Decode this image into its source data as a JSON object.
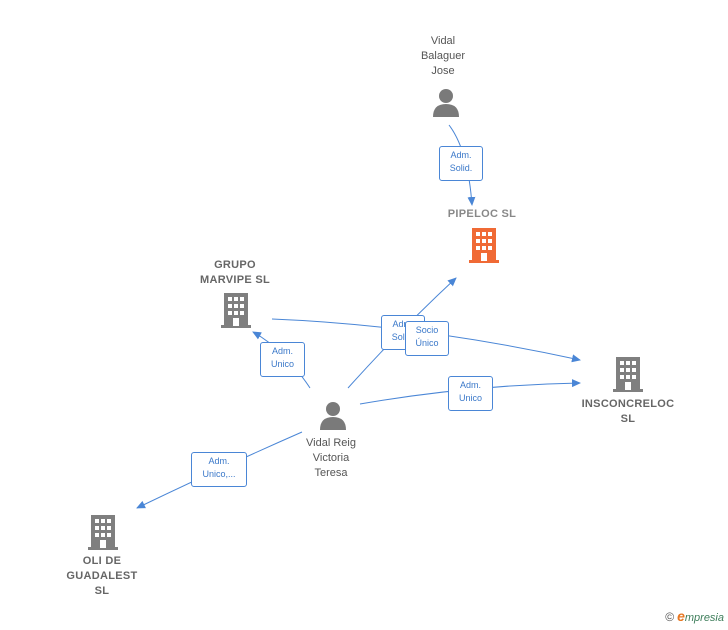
{
  "colors": {
    "edge": "#4a86d6",
    "person": "#7a7a7a",
    "company": "#7f7f7f",
    "company_highlight": "#f06a35"
  },
  "nodes": {
    "vidal_balaguer": {
      "label": "Vidal\nBalaguer\nJose",
      "icon": "person-icon"
    },
    "pipeloc": {
      "label": "PIPELOC  SL",
      "icon": "building-icon"
    },
    "grupo_marvipe": {
      "label": "GRUPO\nMARVIPE  SL",
      "icon": "building-icon"
    },
    "vidal_reig": {
      "label": "Vidal Reig\nVictoria\nTeresa",
      "icon": "person-icon"
    },
    "insconcreloc": {
      "label": "INSCONCRELOC\nSL",
      "icon": "building-icon"
    },
    "oli_guadalest": {
      "label": "OLI DE\nGUADALEST\nSL",
      "icon": "building-icon"
    }
  },
  "edges": {
    "balaguer_pipeloc": "Adm.\nSolid.",
    "reig_pipeloc": "Adm.\nSolid.",
    "marvipe_insconcreloc": "Socio\nÚnico",
    "reig_marvipe": "Adm.\nUnico",
    "reig_insconcreloc": "Adm.\nUnico",
    "reig_oli": "Adm.\nUnico,..."
  },
  "watermark": {
    "symbol": "©",
    "brand_initial": "e",
    "brand_rest": "mpresia"
  }
}
